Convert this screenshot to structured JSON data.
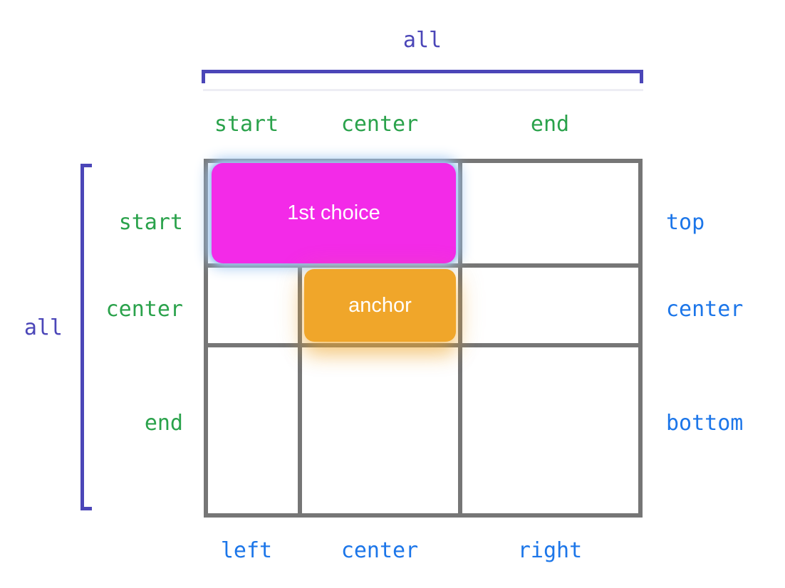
{
  "colors": {
    "page_bg": "#ffffff",
    "indigo": "#4b46b8",
    "green": "#2aa24b",
    "blue": "#1c76e9",
    "grid_gray": "#767676",
    "magenta": "#f32ae8",
    "orange": "#f0a62a",
    "faint_line": "#ededf4",
    "box_text": "#ffffff"
  },
  "top_axis": {
    "bracket_label": "all",
    "column_headers": [
      "start",
      "center",
      "end"
    ]
  },
  "left_axis": {
    "bracket_label": "all",
    "row_labels": [
      "start",
      "center",
      "end"
    ]
  },
  "right_axis": {
    "labels": [
      "top",
      "center",
      "bottom"
    ]
  },
  "bottom_axis": {
    "labels": [
      "left",
      "center",
      "right"
    ]
  },
  "boxes": {
    "first_choice_label": "1st choice",
    "anchor_label": "anchor"
  },
  "grid": {
    "rows": 3,
    "columns": 3
  }
}
